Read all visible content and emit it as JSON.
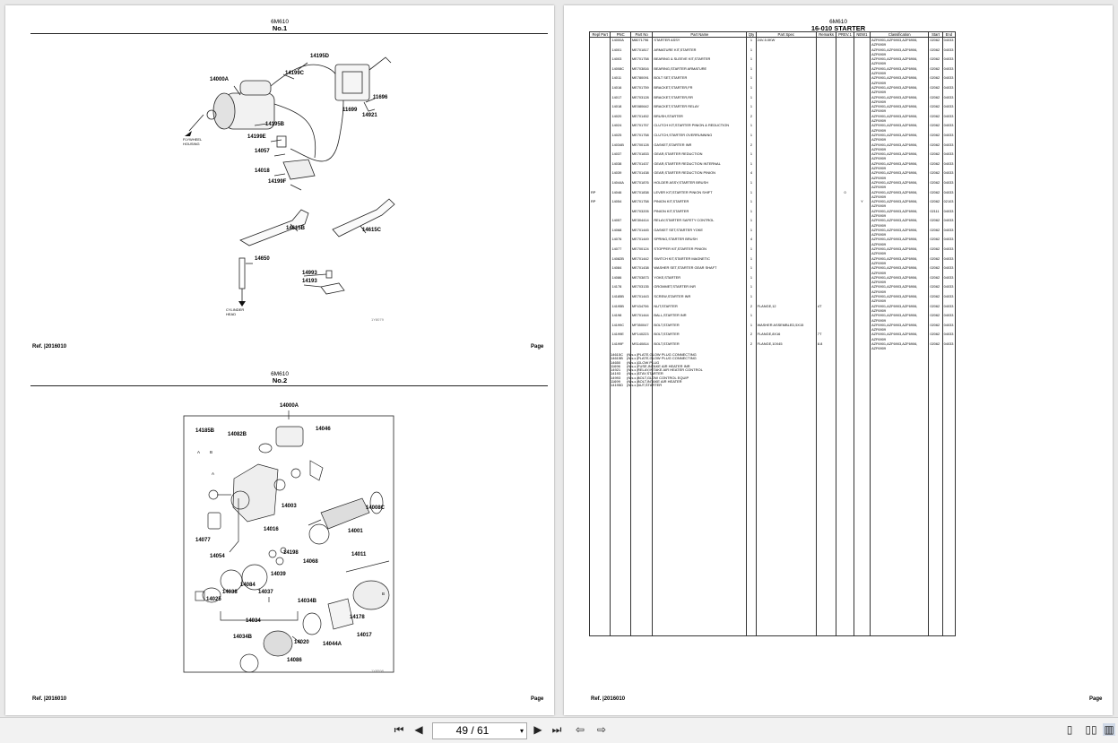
{
  "left_page": {
    "top_sheet": {
      "model": "6M610",
      "figure": "No.1",
      "ref_label": "Ref.",
      "ref_value": "|2016010",
      "page_label": "Page",
      "drawing_code": "1Y8079",
      "labels": {
        "flywheel": "FLYWHEEL\nHOUSING",
        "cylinder": "CYLINDER\nHEAD"
      },
      "callouts": [
        "14000A",
        "14195D",
        "14199C",
        "11696",
        "11699",
        "14921",
        "14195B",
        "14199E",
        "14057",
        "14018",
        "14199F",
        "14615B",
        "14615C",
        "14650",
        "14993",
        "14193"
      ]
    },
    "bottom_sheet": {
      "model": "6M610",
      "figure": "No.2",
      "ref_label": "Ref.",
      "ref_value": "|2016010",
      "page_label": "Page",
      "drawing_code": "1Y8598",
      "callouts": [
        "14000A",
        "14185B",
        "14082B",
        "14046",
        "14003",
        "14008C",
        "14016",
        "14001",
        "14077",
        "14054",
        "14198",
        "14068",
        "14011",
        "14039",
        "14084",
        "14038",
        "14037",
        "14025",
        "14034B",
        "14034",
        "14178",
        "14017",
        "14034B",
        "14020",
        "14044A",
        "14086"
      ],
      "letters": [
        "A",
        "B",
        "A",
        "B"
      ]
    }
  },
  "right_page": {
    "model": "6M610",
    "title": "16-010 STARTER",
    "ref_label": "Ref.",
    "ref_value": "|2016010",
    "page_label": "Page",
    "columns": [
      "Repl Part",
      "PNC",
      "Part No",
      "Part Name",
      "Qty",
      "Part Spec",
      "Remarks",
      "PREV.1",
      "NEW1",
      "Classification",
      "Start",
      "End"
    ],
    "rows": [
      {
        "repl": "",
        "pnc": "14000A",
        "part": "M8071796",
        "name": "STARTER ASSY",
        "qty": "1",
        "spec": "24V-5.0KW",
        "rem": "",
        "prev": "",
        "new": "",
        "cls": "AZF6901,AZF6903,AZF6906,",
        "start": "02062",
        "end": "04033"
      },
      {
        "repl": "",
        "pnc": "14001",
        "part": "ME701817",
        "name": "ARMATURE KIT,STARTER",
        "qty": "1",
        "spec": "",
        "rem": "",
        "prev": "",
        "new": "",
        "cls": "AZF6901,AZF6903,AZF6906,",
        "start": "02062",
        "end": "04033"
      },
      {
        "repl": "",
        "pnc": "14003",
        "part": "ME701758",
        "name": "BEARING & SLEEVE KIT,STARTER",
        "qty": "1",
        "spec": "",
        "rem": "",
        "prev": "",
        "new": "",
        "cls": "AZF6901,AZF6903,AZF6906,",
        "start": "02062",
        "end": "04033"
      },
      {
        "repl": "",
        "pnc": "14008C",
        "part": "ME703816",
        "name": "BEARING,STARTER ARMATURE",
        "qty": "1",
        "spec": "",
        "rem": "",
        "prev": "",
        "new": "",
        "cls": "AZF6901,AZF6903,AZF6906,",
        "start": "02062",
        "end": "04033"
      },
      {
        "repl": "",
        "pnc": "14011",
        "part": "ME780091",
        "name": "BOLT SET,STARTER",
        "qty": "1",
        "spec": "",
        "rem": "",
        "prev": "",
        "new": "",
        "cls": "AZF6901,AZF6903,AZF6906,",
        "start": "02062",
        "end": "04033"
      },
      {
        "repl": "",
        "pnc": "14016",
        "part": "ME701759",
        "name": "BRACKET,STARTER,FR",
        "qty": "1",
        "spec": "",
        "rem": "",
        "prev": "",
        "new": "",
        "cls": "AZF6901,AZF6903,AZF6906,",
        "start": "02062",
        "end": "04033"
      },
      {
        "repl": "",
        "pnc": "14017",
        "part": "ME703128",
        "name": "BRACKET,STARTER,RR",
        "qty": "1",
        "spec": "",
        "rem": "",
        "prev": "",
        "new": "",
        "cls": "AZF6901,AZF6903,AZF6906,",
        "start": "02062",
        "end": "04033"
      },
      {
        "repl": "",
        "pnc": "14018",
        "part": "ME080642",
        "name": "BRACKET,STARTER RELAY",
        "qty": "1",
        "spec": "",
        "rem": "",
        "prev": "",
        "new": "",
        "cls": "AZF6901,AZF6903,AZF6906,",
        "start": "02062",
        "end": "04033"
      },
      {
        "repl": "",
        "pnc": "14020",
        "part": "ME701452",
        "name": "BRUSH,STARTER",
        "qty": "2",
        "spec": "",
        "rem": "",
        "prev": "",
        "new": "",
        "cls": "AZF6901,AZF6903,AZF6906,",
        "start": "02062",
        "end": "04033"
      },
      {
        "repl": "",
        "pnc": "14024",
        "part": "ME701757",
        "name": "CLUTCH KIT,STARTER PINION & REDUCTION",
        "qty": "1",
        "spec": "",
        "rem": "",
        "prev": "",
        "new": "",
        "cls": "AZF6901,AZF6903,AZF6906,",
        "start": "02062",
        "end": "04033"
      },
      {
        "repl": "",
        "pnc": "14025",
        "part": "ME701758",
        "name": "CLUTCH,STARTER OVERRUNNING",
        "qty": "1",
        "spec": "",
        "rem": "",
        "prev": "",
        "new": "",
        "cls": "AZF6901,AZF6903,AZF6906,",
        "start": "02062",
        "end": "04033"
      },
      {
        "repl": "",
        "pnc": "14034B",
        "part": "ME700128",
        "name": "GASKET,STARTER INR",
        "qty": "2",
        "spec": "",
        "rem": "",
        "prev": "",
        "new": "",
        "cls": "AZF6901,AZF6903,AZF6906,",
        "start": "02062",
        "end": "04033"
      },
      {
        "repl": "",
        "pnc": "14037",
        "part": "ME701833",
        "name": "GEAR,STARTER REDUCTION",
        "qty": "1",
        "spec": "",
        "rem": "",
        "prev": "",
        "new": "",
        "cls": "AZF6901,AZF6903,AZF6906,",
        "start": "02062",
        "end": "04033"
      },
      {
        "repl": "",
        "pnc": "14038",
        "part": "ME701437",
        "name": "GEAR,STARTER REDUCTION INTERNAL",
        "qty": "1",
        "spec": "",
        "rem": "",
        "prev": "",
        "new": "",
        "cls": "AZF6901,AZF6903,AZF6906,",
        "start": "02062",
        "end": "04033"
      },
      {
        "repl": "",
        "pnc": "14039",
        "part": "ME701438",
        "name": "GEAR,STARTER REDUCTION PINION",
        "qty": "4",
        "spec": "",
        "rem": "",
        "prev": "",
        "new": "",
        "cls": "AZF6901,AZF6903,AZF6906,",
        "start": "02062",
        "end": "04033"
      },
      {
        "repl": "",
        "pnc": "14044A",
        "part": "ME701876",
        "name": "HOLDER ASSY,STARTER BRUSH",
        "qty": "1",
        "spec": "",
        "rem": "",
        "prev": "",
        "new": "",
        "cls": "AZF6901,AZF6903,AZF6906,",
        "start": "02062",
        "end": "04033"
      },
      {
        "repl": "RP",
        "pnc": "14046",
        "part": "ME701838",
        "name": "LEVER KIT,STARTER PINION SHIFT",
        "qty": "1",
        "spec": "",
        "rem": "",
        "prev": "0",
        "new": "",
        "cls": "AZF6901,AZF6903,AZF6906,",
        "start": "02062",
        "end": "04033"
      },
      {
        "repl": "RP",
        "pnc": "14054",
        "part": "ME701758",
        "name": "PINION KIT,STARTER",
        "qty": "1",
        "spec": "",
        "rem": "",
        "prev": "",
        "new": "Y",
        "cls": "AZF6901,AZF6903,AZF6906,",
        "start": "02062",
        "end": "02103"
      },
      {
        "repl": "",
        "pnc": "",
        "part": "ME703205",
        "name": "PINION KIT,STARTER",
        "qty": "1",
        "spec": "",
        "rem": "",
        "prev": "",
        "new": "",
        "cls": "AZF6901,AZF6903,AZF6906,",
        "start": "02111",
        "end": "04033"
      },
      {
        "repl": "",
        "pnc": "14057",
        "part": "ME304414",
        "name": "RELAY,STARTER SAFETY CONTROL",
        "qty": "1",
        "spec": "",
        "rem": "",
        "prev": "",
        "new": "",
        "cls": "AZF6901,AZF6903,AZF6906,",
        "start": "02062",
        "end": "04033"
      },
      {
        "repl": "",
        "pnc": "14068",
        "part": "ME701445",
        "name": "GASKET SET,STARTER YOKE",
        "qty": "1",
        "spec": "",
        "rem": "",
        "prev": "",
        "new": "",
        "cls": "AZF6901,AZF6903,AZF6906,",
        "start": "02062",
        "end": "04033"
      },
      {
        "repl": "",
        "pnc": "14076",
        "part": "ME701449",
        "name": "SPRING,STARTER BRUSH",
        "qty": "4",
        "spec": "",
        "rem": "",
        "prev": "",
        "new": "",
        "cls": "AZF6901,AZF6903,AZF6906,",
        "start": "02062",
        "end": "04033"
      },
      {
        "repl": "",
        "pnc": "14077",
        "part": "ME700124",
        "name": "STOPPER KIT,STARTER PINION",
        "qty": "1",
        "spec": "",
        "rem": "",
        "prev": "",
        "new": "",
        "cls": "AZF6901,AZF6903,AZF6906,",
        "start": "02062",
        "end": "04033"
      },
      {
        "repl": "",
        "pnc": "14082B",
        "part": "ME701442",
        "name": "SWITCH KIT,STARTER MAGNETIC",
        "qty": "1",
        "spec": "",
        "rem": "",
        "prev": "",
        "new": "",
        "cls": "AZF6901,AZF6903,AZF6906,",
        "start": "02062",
        "end": "04033"
      },
      {
        "repl": "",
        "pnc": "14084",
        "part": "ME701438",
        "name": "WASHER SET,STARTER GEAR SHAFT",
        "qty": "1",
        "spec": "",
        "rem": "",
        "prev": "",
        "new": "",
        "cls": "AZF6901,AZF6903,AZF6906,",
        "start": "02062",
        "end": "04033"
      },
      {
        "repl": "",
        "pnc": "14086",
        "part": "ME703873",
        "name": "YOKE,STARTER",
        "qty": "1",
        "spec": "",
        "rem": "",
        "prev": "",
        "new": "",
        "cls": "AZF6901,AZF6903,AZF6906,",
        "start": "02062",
        "end": "04033"
      },
      {
        "repl": "",
        "pnc": "14178",
        "part": "ME703135",
        "name": "GROMMET,STARTER INR",
        "qty": "1",
        "spec": "",
        "rem": "",
        "prev": "",
        "new": "",
        "cls": "AZF6901,AZF6903,AZF6906,",
        "start": "02062",
        "end": "04033"
      },
      {
        "repl": "",
        "pnc": "14185B",
        "part": "ME701443",
        "name": "SCREW,STARTER INR",
        "qty": "1",
        "spec": "",
        "rem": "",
        "prev": "",
        "new": "",
        "cls": "AZF6901,AZF6903,AZF6906,",
        "start": "02062",
        "end": "04033"
      },
      {
        "repl": "",
        "pnc": "14195B",
        "part": "MF434706",
        "name": "NUT,STARTER",
        "qty": "2",
        "spec": "FLANGE,12",
        "rem": "4T",
        "prev": "",
        "new": "",
        "cls": "AZF6901,AZF6903,AZF6906,",
        "start": "02062",
        "end": "04033"
      },
      {
        "repl": "",
        "pnc": "14198",
        "part": "ME701444",
        "name": "BALL,STARTER INR",
        "qty": "1",
        "spec": "",
        "rem": "",
        "prev": "",
        "new": "",
        "cls": "AZF6901,AZF6903,AZF6906,",
        "start": "02062",
        "end": "04033"
      },
      {
        "repl": "",
        "pnc": "14199C",
        "part": "MF350047",
        "name": "BOLT,STARTER",
        "qty": "1",
        "spec": "WASHER ASSEMBLED,5X15",
        "rem": "",
        "prev": "",
        "new": "",
        "cls": "AZF6901,AZF6903,AZF6906,",
        "start": "02062",
        "end": "04033"
      },
      {
        "repl": "",
        "pnc": "14199E",
        "part": "MF140223",
        "name": "BOLT,STARTER",
        "qty": "2",
        "spec": "FLANGE,8X16",
        "rem": "7T",
        "prev": "",
        "new": "",
        "cls": "AZF6901,AZF6903,AZF6906,",
        "start": "02062",
        "end": "04033"
      },
      {
        "repl": "",
        "pnc": "14199F",
        "part": "MS140814",
        "name": "BOLT,STARTER",
        "qty": "2",
        "spec": "FLANGE,10X45",
        "rem": "8.8",
        "prev": "",
        "new": "",
        "cls": "AZF6901,AZF6903,AZF6906,",
        "start": "02062",
        "end": "04033"
      }
    ],
    "cls_suffix": "AZF6909",
    "notes": [
      {
        "pnc": "14615C",
        "tag": "(N.s.c.)",
        "name": "PLATE,GLOW PLUG CONNECTING"
      },
      {
        "pnc": "14615B",
        "tag": "(N.s.c.)",
        "name": "PLATE,GLOW PLUG CONNECTING"
      },
      {
        "pnc": "14650",
        "tag": "(N.s.c.)",
        "name": "GLOW PLUG"
      },
      {
        "pnc": "11696",
        "tag": "(N.s.c.)",
        "name": "FUSE,INTAKE AIR HEATER INR"
      },
      {
        "pnc": "14921",
        "tag": "(N.s.c.)",
        "name": "RELAY,INTAKE AIR HEATER CONTROL"
      },
      {
        "pnc": "14193",
        "tag": "(N.s.c.)",
        "name": "STAY,STARTER"
      },
      {
        "pnc": "14993",
        "tag": "(N.s.c.)",
        "name": "BOLT,GLOW CONTROL EQUIP"
      },
      {
        "pnc": "11699",
        "tag": "(N.s.c.)",
        "name": "BOLT,INTAKE AIR HEATER"
      },
      {
        "pnc": "14195D",
        "tag": "(N.s.c.)",
        "name": "NUT,STARTER"
      }
    ]
  },
  "toolbar": {
    "page_indicator": "49 / 61",
    "icons": [
      "first-page-icon",
      "prev-page-icon",
      "next-page-icon",
      "last-page-icon",
      "back-view-icon",
      "forward-view-icon",
      "single-page-icon",
      "two-page-icon",
      "continuous-icon"
    ],
    "glyphs": {
      "first": "⏮",
      "prev": "◀",
      "next": "▶",
      "last": "⏭",
      "back": "⇦",
      "fwd": "⇨",
      "single": "▯",
      "two": "▯▯",
      "cont": "▥"
    },
    "dropdown_arrow": "▾"
  }
}
